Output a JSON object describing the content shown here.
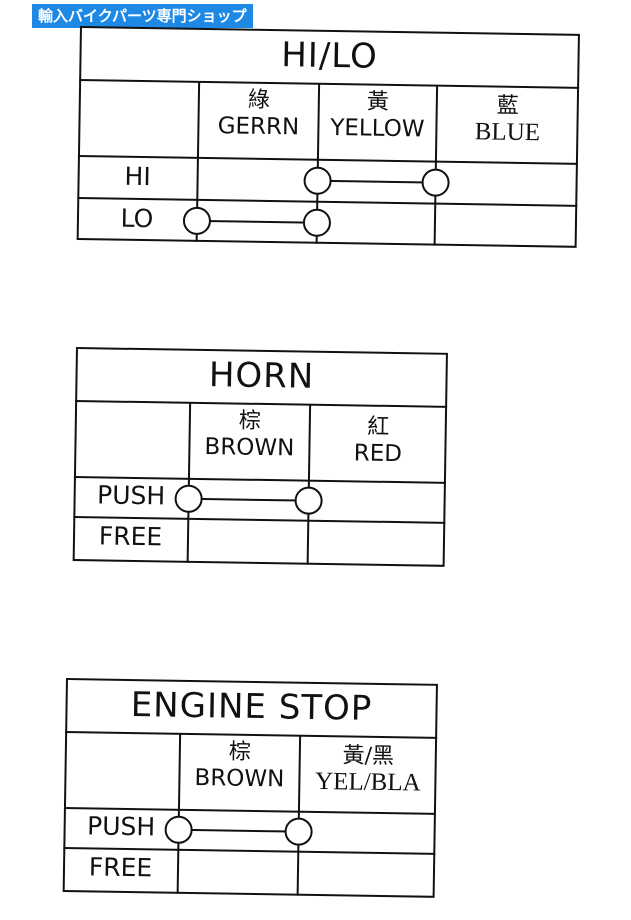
{
  "banner": {
    "text": "輸入バイクパーツ専門ショップ"
  },
  "tables": [
    {
      "title": "HI/LO",
      "columns": [
        {
          "cjk": "綠",
          "en": "GERRN"
        },
        {
          "cjk": "黃",
          "en": "YELLOW"
        },
        {
          "cjk": "藍",
          "en": "BLUE"
        }
      ],
      "rows": [
        {
          "label": "HI",
          "connects": [
            1,
            2
          ]
        },
        {
          "label": "LO",
          "connects": [
            0,
            1
          ]
        }
      ]
    },
    {
      "title": "HORN",
      "columns": [
        {
          "cjk": "棕",
          "en": "BROWN"
        },
        {
          "cjk": "紅",
          "en": "RED"
        }
      ],
      "rows": [
        {
          "label": "PUSH",
          "connects": [
            0,
            1
          ]
        },
        {
          "label": "FREE",
          "connects": []
        }
      ]
    },
    {
      "title": "ENGINE STOP",
      "columns": [
        {
          "cjk": "棕",
          "en": "BROWN"
        },
        {
          "cjk": "黃/黑",
          "en": "YEL/BLA"
        }
      ],
      "rows": [
        {
          "label": "PUSH",
          "connects": [
            0,
            1
          ]
        },
        {
          "label": "FREE",
          "connects": []
        }
      ]
    }
  ]
}
